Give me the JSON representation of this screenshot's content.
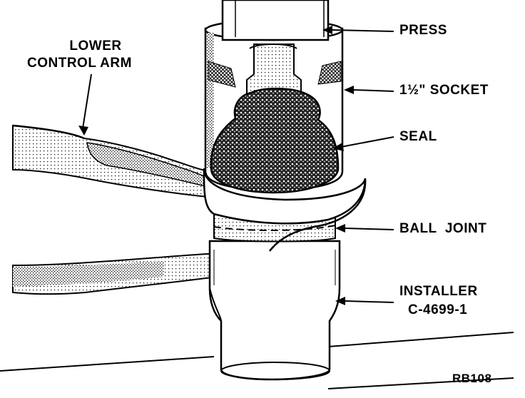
{
  "labels": {
    "lower_control_arm": [
      "LOWER",
      "CONTROL ARM"
    ],
    "press": "PRESS",
    "socket": "1½\" SOCKET",
    "seal": "SEAL",
    "ball_joint": "BALL  JOINT",
    "installer": [
      "INSTALLER",
      "C-4699-1"
    ],
    "figure_code": "RB108"
  }
}
